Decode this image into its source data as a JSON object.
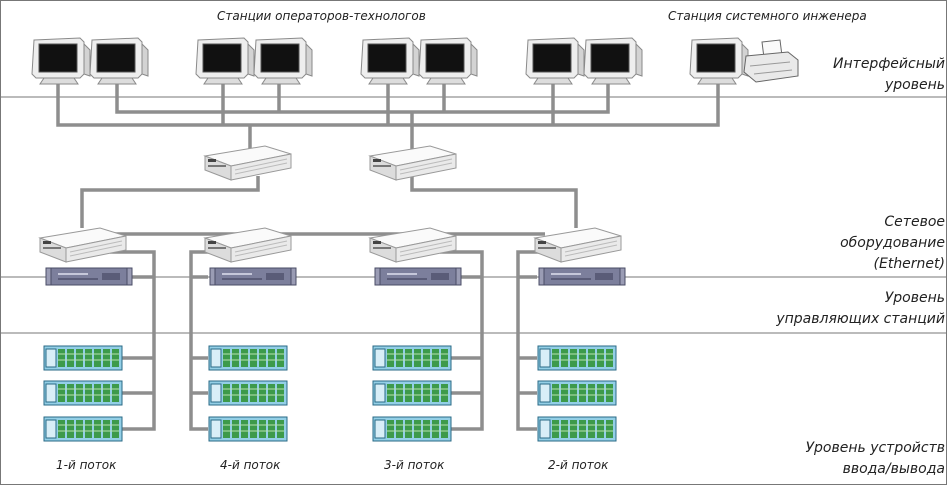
{
  "top_labels": {
    "operators": "Станции операторов-технологов",
    "engineer": "Станция системного инженера"
  },
  "levels": {
    "interface": [
      "Интерфейсный",
      "уровень"
    ],
    "network": [
      "Сетевое",
      "оборудование",
      "(Ethernet)"
    ],
    "control": [
      "Уровень",
      "управляющих станций"
    ],
    "io": [
      "Уровень устройств",
      "ввода/вывода"
    ]
  },
  "streams": [
    "1-й поток",
    "4-й поток",
    "3-й поток",
    "2-й поток"
  ]
}
